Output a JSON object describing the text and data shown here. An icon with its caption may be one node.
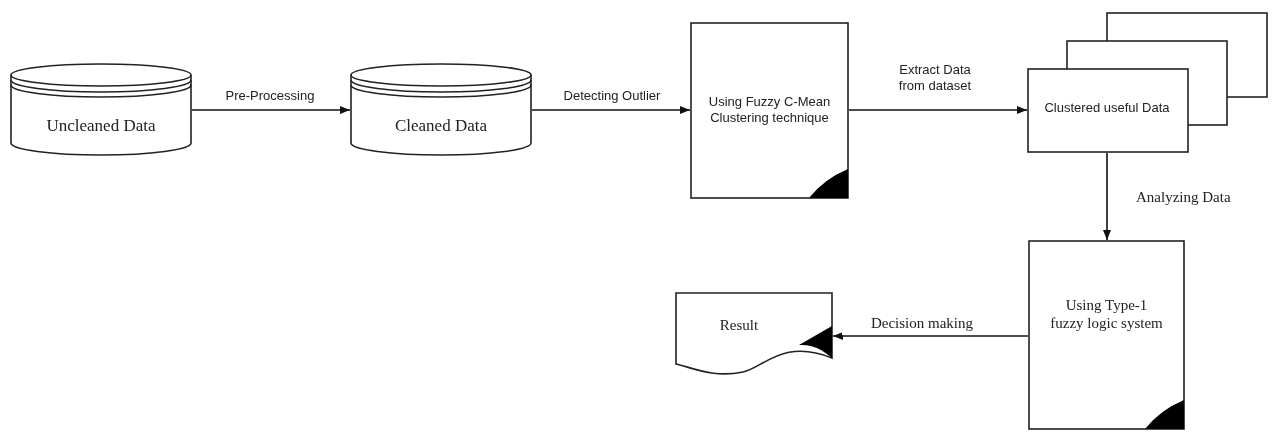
{
  "diagram": {
    "nodes": [
      {
        "text": [
          "Uncleaned Data"
        ]
      },
      {
        "text": [
          "Cleaned Data"
        ]
      },
      {
        "text": [
          "Using Fuzzy C-Mean Clustering technique"
        ]
      },
      {
        "text": [
          "Clustered useful Data"
        ]
      },
      {
        "text": [
          "Using Type-1 fuzzy logic system"
        ]
      },
      {
        "text": [
          "Result"
        ]
      }
    ],
    "edges": [
      {
        "from": 0,
        "to": 1,
        "arrow": "to",
        "label": "Pre-Processing"
      },
      {
        "from": 1,
        "to": 2,
        "arrow": "to",
        "label": "Detecting Outlier"
      },
      {
        "from": 2,
        "to": 3,
        "arrow": "to",
        "label": "Extract Data from dataset"
      },
      {
        "from": 3,
        "to": 4,
        "arrow": "to",
        "label": "Analyzing Data"
      },
      {
        "from": 4,
        "to": 5,
        "arrow": "to",
        "label": "Decision making"
      }
    ]
  }
}
